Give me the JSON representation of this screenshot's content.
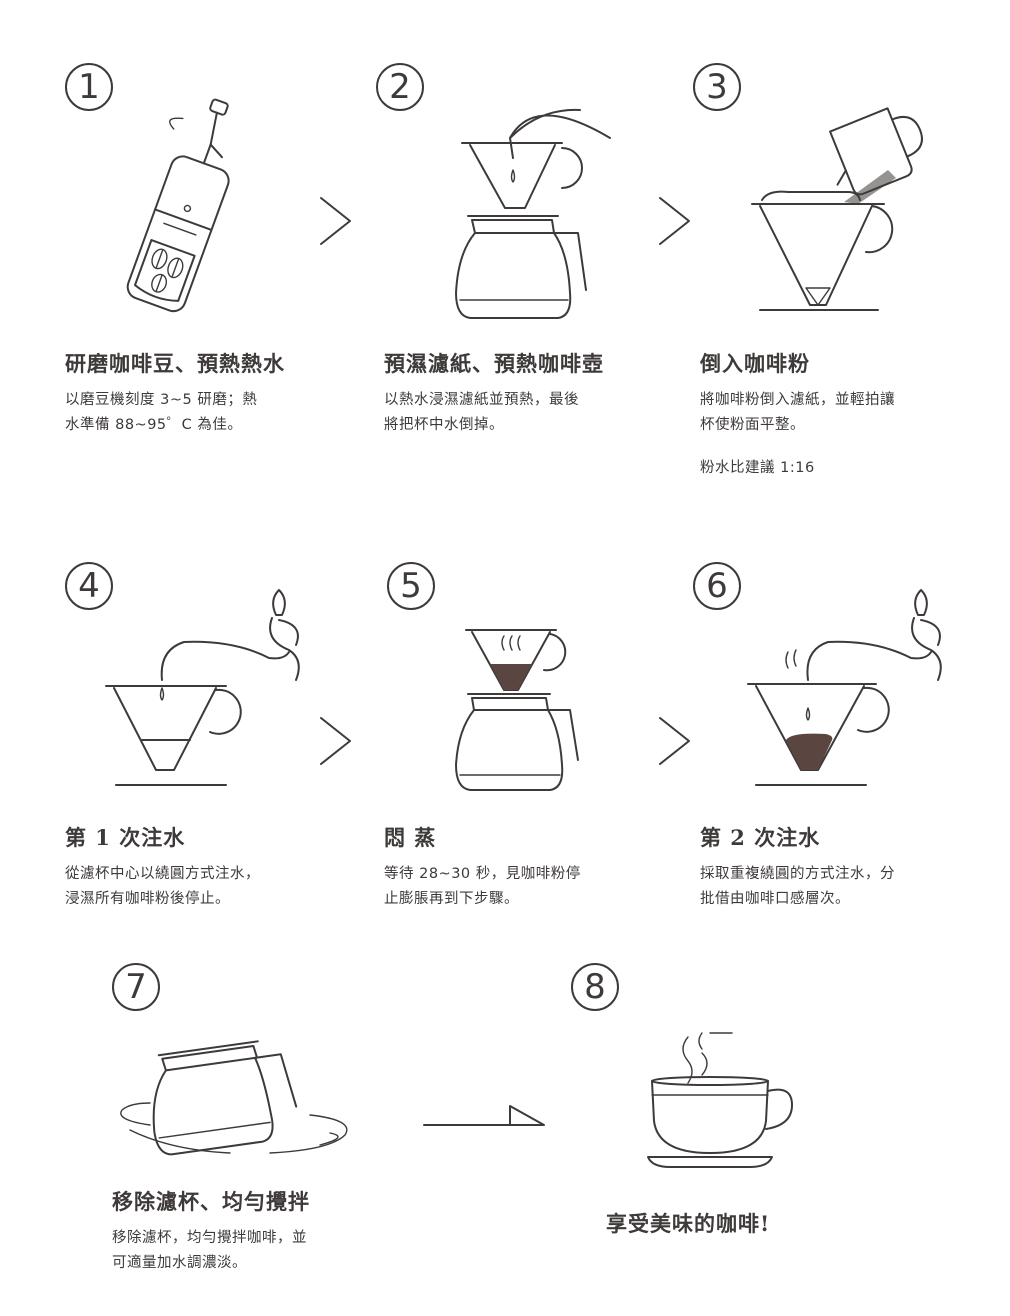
{
  "steps": [
    {
      "number": "1",
      "title": "研磨咖啡豆、預熱熱水",
      "desc": [
        "以磨豆機刻度 3~5 研磨；熱",
        "水準備 88~95゜C 為佳。"
      ]
    },
    {
      "number": "2",
      "title": "預濕濾紙、預熱咖啡壺",
      "desc": [
        "以熱水浸濕濾紙並預熱，最後",
        "將把杯中水倒掉。"
      ]
    },
    {
      "number": "3",
      "title": "倒入咖啡粉",
      "desc": [
        "將咖啡粉倒入濾紙，並輕拍讓",
        "杯使粉面平整。"
      ],
      "note": "粉水比建議 1:16"
    },
    {
      "number": "4",
      "title": "第 1 次注水",
      "desc": [
        "從濾杯中心以繞圓方式注水，",
        "浸濕所有咖啡粉後停止。"
      ]
    },
    {
      "number": "5",
      "title": "悶 蒸",
      "desc": [
        "等待 28~30 秒，見咖啡粉停",
        "止膨脹再到下步驟。"
      ]
    },
    {
      "number": "6",
      "title": "第 2 次注水",
      "desc": [
        "採取重複繞圓的方式注水，分",
        "批借由咖啡口感層次。"
      ]
    },
    {
      "number": "7",
      "title": "移除濾杯、均勻攪拌",
      "desc": [
        "移除濾杯，均勻攪拌咖啡，並",
        "可適量加水調濃淡。"
      ]
    },
    {
      "number": "8",
      "title": "享受美味的咖啡!",
      "desc": []
    }
  ],
  "colors": {
    "ink": "#3e3a39",
    "coffee": "#5a4540",
    "background": "#ffffff"
  },
  "icons": [
    "hand-grinder-icon",
    "dripper-server-icon",
    "dripper-powder-icon",
    "kettle-pour-icon",
    "bloom-dripper-icon",
    "kettle-pour-second-icon",
    "swirl-server-icon",
    "coffee-cup-icon",
    "chevron-right-icon",
    "long-arrow-right-icon"
  ]
}
